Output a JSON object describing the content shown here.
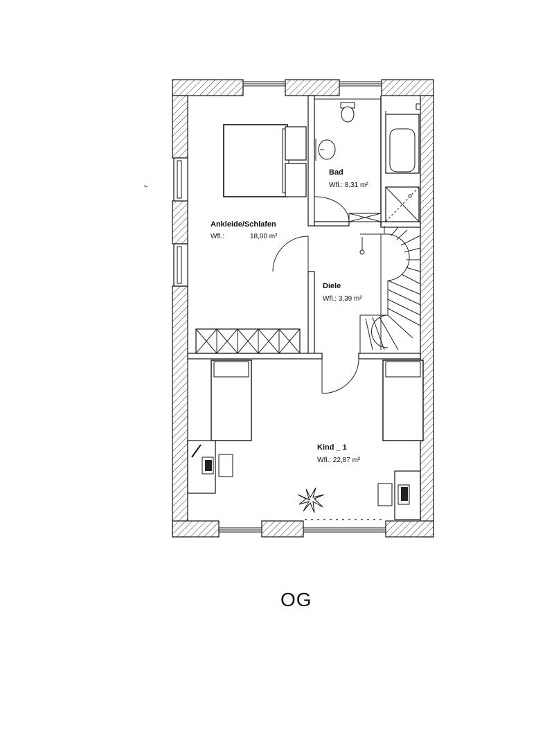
{
  "floor_label": "OG",
  "rooms": {
    "ankleide": {
      "name": "Ankleide/Schlafen",
      "area_prefix": "Wfl.:",
      "area_value": "18,00 m²"
    },
    "bad": {
      "name": "Bad",
      "area": "Wfl.: 8,31 m²"
    },
    "diele": {
      "name": "Diele",
      "area": "Wfl.: 3,39 m²"
    },
    "kind": {
      "name": "Kind _ 1",
      "area": "Wfl.: 22,87 m²"
    }
  }
}
